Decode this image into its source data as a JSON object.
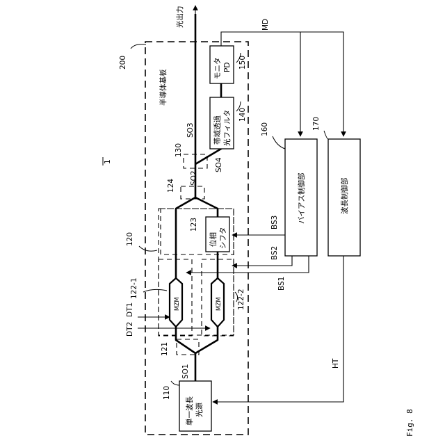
{
  "figure": {
    "caption": "Fig. 8",
    "device_ref": "1"
  },
  "substrate": {
    "ref": "200",
    "label": "半導体基板"
  },
  "light_source": {
    "ref": "110",
    "label_line1": "単一波長",
    "label_line2": "光源"
  },
  "modulator_block": {
    "ref": "120",
    "splitter_ref": "121",
    "combiner_ref": "124",
    "mzm_top_ref": "122-1",
    "mzm_bottom_ref": "122-2",
    "mzm_label": "MZM"
  },
  "phase_shifter": {
    "ref": "123",
    "label_line1": "位相",
    "label_line2": "シフタ"
  },
  "coupler": {
    "ref": "130"
  },
  "bandpass_filter": {
    "ref": "140",
    "label_line1": "帯域透過",
    "label_line2": "光フィルタ"
  },
  "monitor_pd": {
    "ref": "150",
    "label_line1": "モニタ",
    "label_line2": "PD"
  },
  "bias_controller": {
    "ref": "160",
    "label": "バイアス制御部"
  },
  "wavelength_controller": {
    "ref": "170",
    "label": "波長制御部"
  },
  "signals": {
    "so1": "SO1",
    "so2": "SO2",
    "so3": "SO3",
    "so4": "SO4",
    "dt1": "DT1",
    "dt2": "DT2",
    "bs1": "BS1",
    "bs2": "BS2",
    "bs3": "BS3",
    "md": "MD",
    "ht": "HT",
    "optical_output": "光出力"
  }
}
